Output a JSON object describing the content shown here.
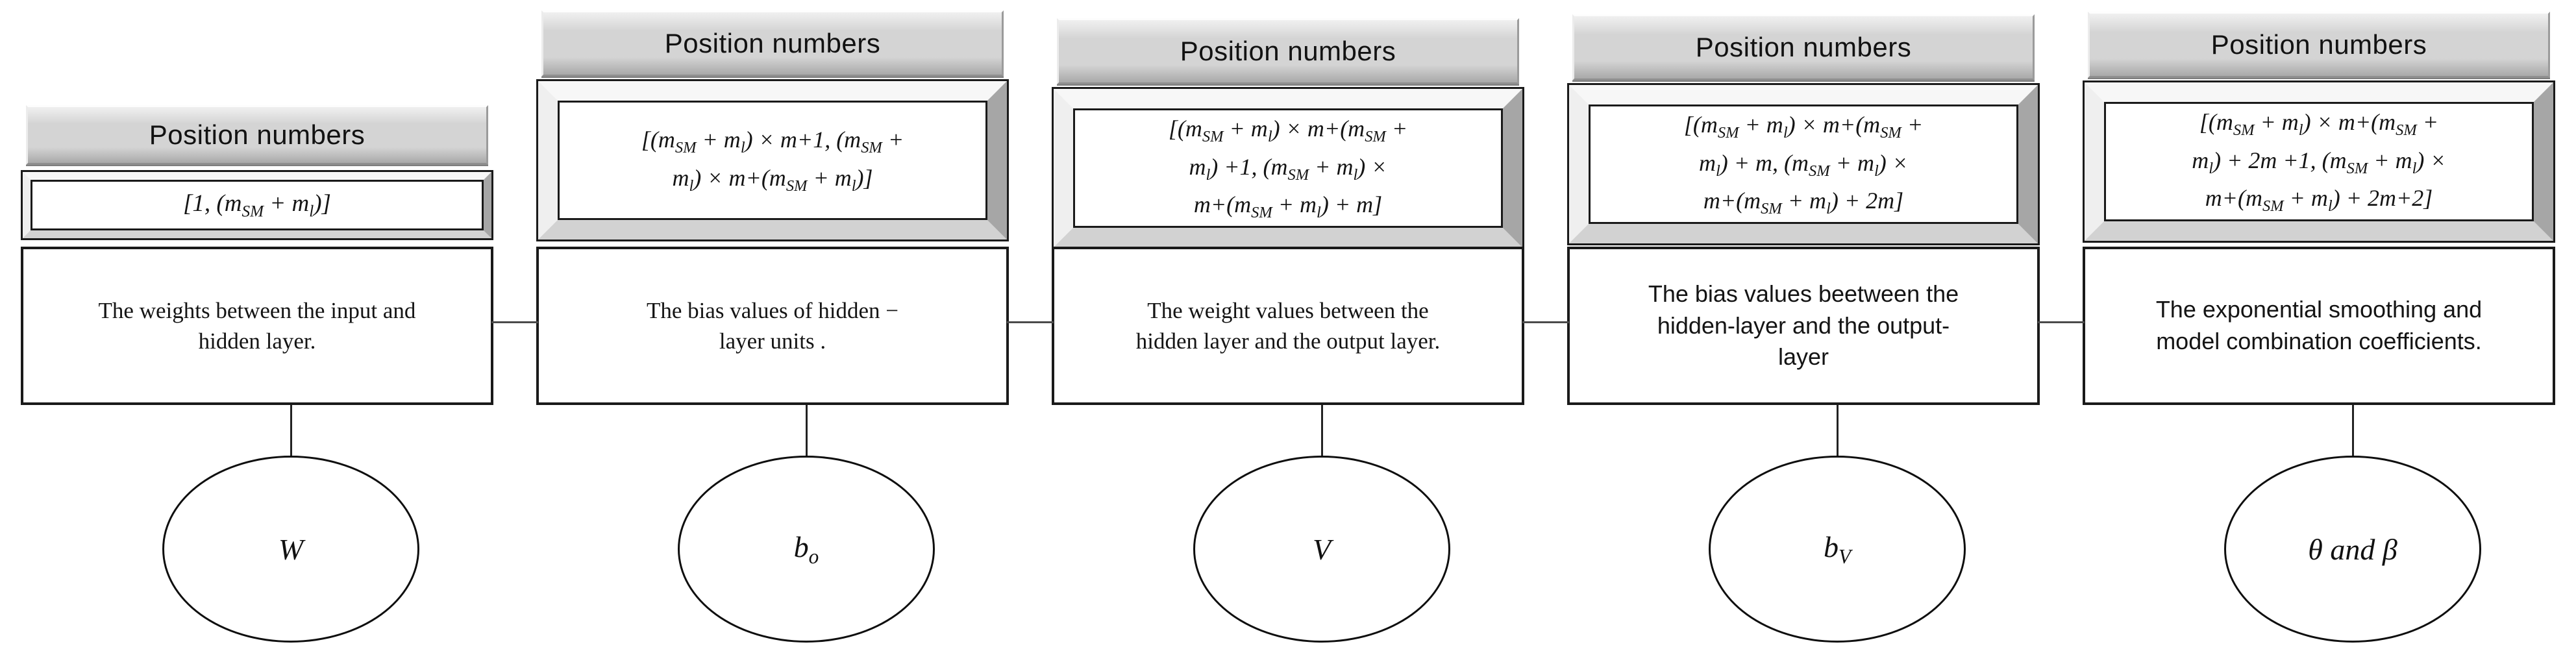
{
  "diagram": {
    "header_label": "Position numbers",
    "columns": [
      {
        "position_range": "[1, (m_{SM} + m_{l})]",
        "description": "The weights between the input and\nhidden layer.",
        "description_style": "serif",
        "symbol": "W"
      },
      {
        "position_range": "[(m_{SM} + m_{l}) × m+1, (m_{SM} +\nm_{l}) × m+(m_{SM} + m_{l})]",
        "description": "The bias values of hidden −\nlayer units .",
        "description_style": "serif",
        "symbol": "b_{o}"
      },
      {
        "position_range": "[(m_{SM} + m_{l}) × m+(m_{SM} +\nm_{l}) +1, (m_{SM} + m_{l}) ×\nm+(m_{SM} + m_{l}) + m]",
        "description": "The weight values between the\nhidden layer and the output layer.",
        "description_style": "serif",
        "symbol": "V"
      },
      {
        "position_range": "[(m_{SM} + m_{l}) × m+(m_{SM} +\nm_{l}) + m, (m_{SM} + m_{l}) ×\nm+(m_{SM} + m_{l}) + 2m]",
        "description": "The bias values beetween the\nhidden-layer and the output-\nlayer",
        "description_style": "sans",
        "symbol": "b_{V}"
      },
      {
        "position_range": "[(m_{SM} + m_{l}) × m+(m_{SM} +\nm_{l}) + 2m +1, (m_{SM} + m_{l}) ×\nm+(m_{SM} + m_{l}) + 2m+2]",
        "description": "The exponential smoothing and\nmodel combination coefficients.",
        "description_style": "sans",
        "symbol": "θ and β"
      }
    ],
    "colors": {
      "line": "#1a1a1a",
      "connector": "#4a4a4a",
      "header_fill": "#d4d4d4",
      "bevel_light": "#f7f7f7",
      "bevel_dark": "#a6a6a6"
    }
  }
}
